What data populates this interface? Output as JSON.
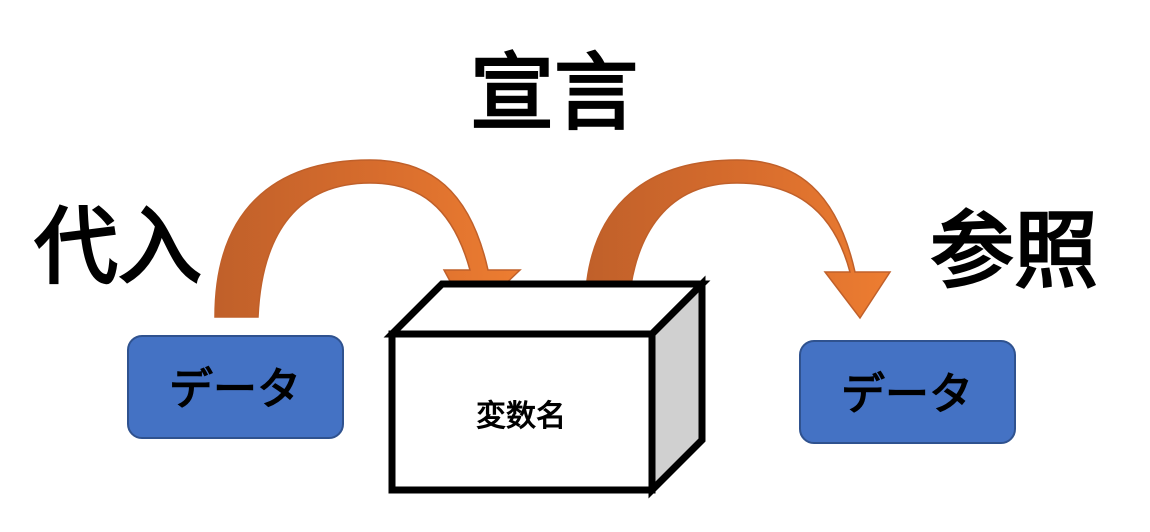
{
  "labels": {
    "declare": "宣言",
    "assign": "代入",
    "reference": "参照"
  },
  "boxes": {
    "data_left": "データ",
    "data_right": "データ"
  },
  "variable_box": {
    "label": "変数名"
  },
  "colors": {
    "data_box_fill": "#4472c4",
    "data_box_stroke": "#2f528f",
    "arrow_light": "#ed7d31",
    "arrow_dark": "#c0602a",
    "box_side": "#d0d0d0",
    "box_stroke": "#000000"
  },
  "icons": {
    "arrow_left": "curved-arrow-icon",
    "arrow_right": "curved-arrow-icon"
  }
}
